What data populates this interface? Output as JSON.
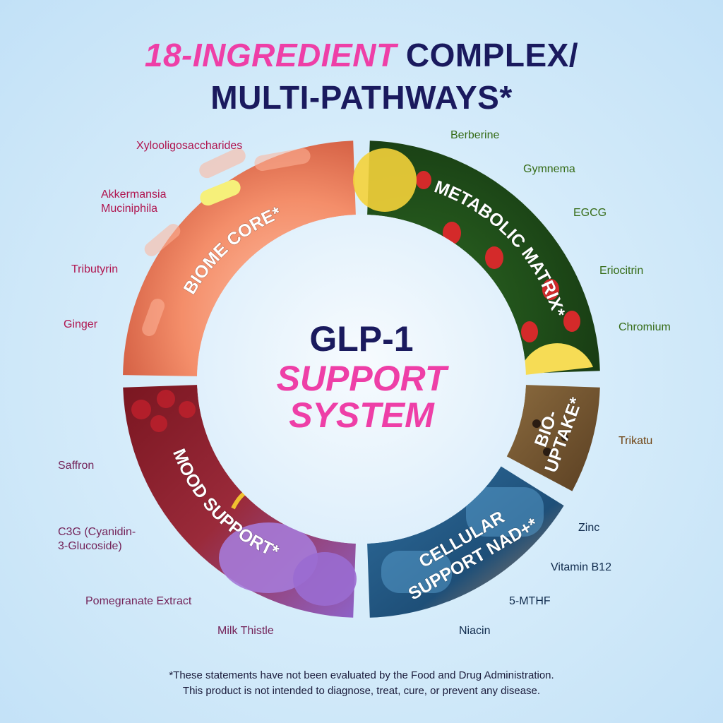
{
  "headline": {
    "highlight": "18-INGREDIENT",
    "rest_line1": " COMPLEX/",
    "line2": "MULTI-PATHWAYS*"
  },
  "center": {
    "title": "GLP-1",
    "subtitle_line1": "SUPPORT",
    "subtitle_line2": "SYSTEM"
  },
  "segments": {
    "biome": {
      "label": "BIOME CORE*",
      "color": "#f08a6b"
    },
    "metabolic": {
      "label": "METABOLIC MATRIX*",
      "color": "#3f7a2a"
    },
    "bio_uptake": {
      "label_line1": "BIO-",
      "label_line2": "UPTAKE*",
      "color": "#7a5a35"
    },
    "cellular": {
      "label_line1": "CELLULAR",
      "label_line2": "SUPPORT NAD+*",
      "color": "#2f6e9e"
    },
    "mood": {
      "label": "MOOD SUPPORT*",
      "color": "#8e3b7a"
    }
  },
  "ingredients": {
    "biome": [
      "Xylooligosaccharides",
      "Akkermansia\nMuciniphila",
      "Tributyrin",
      "Ginger"
    ],
    "metabolic": [
      "Berberine",
      "Gymnema",
      "EGCG",
      "Eriocitrin",
      "Chromium"
    ],
    "bio_uptake": [
      "Trikatu"
    ],
    "cellular": [
      "Zinc",
      "Vitamin B12",
      "5-MTHF",
      "Niacin"
    ],
    "mood": [
      "Saffron",
      "C3G (Cyanidin-\n3-Glucoside)",
      "Pomegranate Extract",
      "Milk Thistle"
    ]
  },
  "disclaimer": {
    "line1": "*These statements have not been evaluated by the Food and Drug Administration.",
    "line2": "This product is not intended to diagnose, treat, cure, or prevent any disease."
  }
}
